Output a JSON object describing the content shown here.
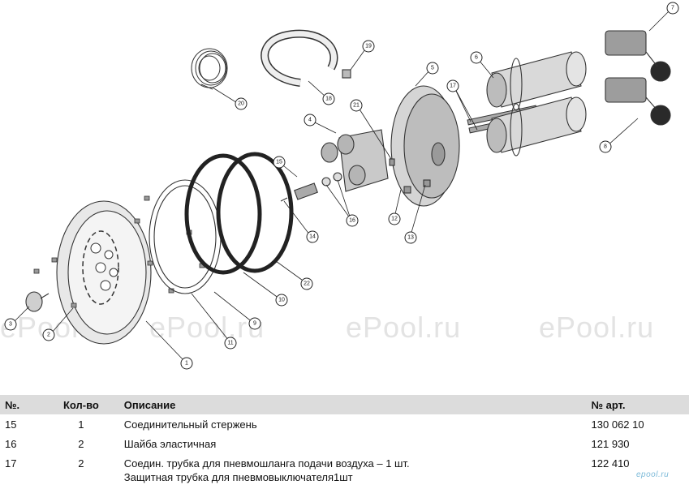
{
  "watermarks": [
    "ePool.ru",
    "ePool.ru",
    "ePool.ru",
    "ePool.ru"
  ],
  "callouts": [
    "1",
    "2",
    "3",
    "4",
    "5",
    "6",
    "7",
    "8",
    "9",
    "10",
    "11",
    "12",
    "13",
    "14",
    "15",
    "16",
    "17",
    "18",
    "19",
    "20",
    "21",
    "22"
  ],
  "table": {
    "headers": {
      "no": "№.",
      "qty": "Кол-во",
      "desc": "Описание",
      "art": "№ арт."
    },
    "rows": [
      {
        "no": "15",
        "qty": "1",
        "desc": "Соединительный стержень",
        "art": "130 062 10"
      },
      {
        "no": "16",
        "qty": "2",
        "desc": "Шайба эластичная",
        "art": "121 930"
      },
      {
        "no": "17",
        "qty": "2",
        "desc": "Соедин. трубка для пневмошланга подачи воздуха – 1 шт.",
        "desc2": "Защитная трубка для пневмовыключателя1шт",
        "art": "122 410"
      }
    ]
  },
  "logo": "epool.ru",
  "colors": {
    "header_bg": "#dcdcdc",
    "watermark": "#e3e3e3",
    "logo": "#7ab9d8"
  }
}
